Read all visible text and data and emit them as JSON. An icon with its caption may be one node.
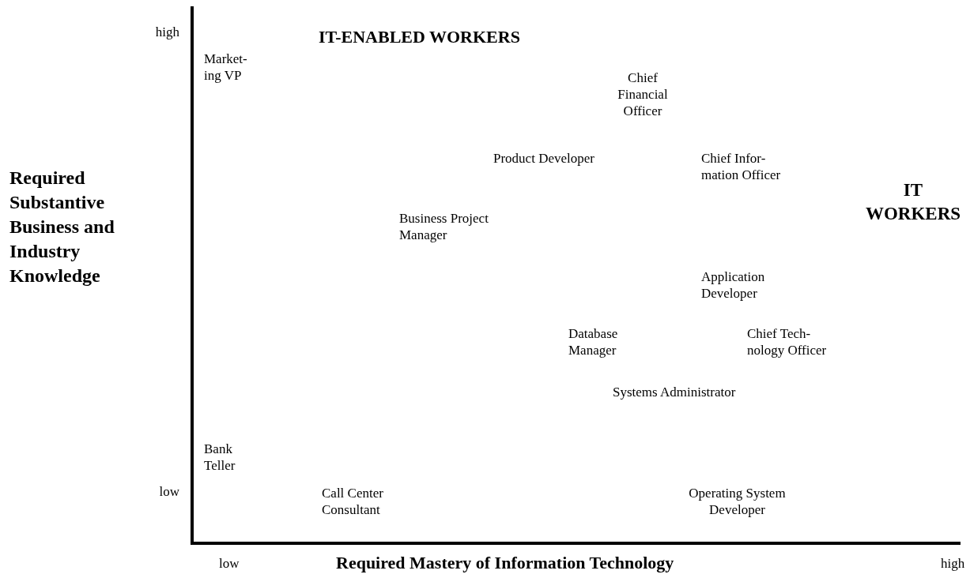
{
  "diagram": {
    "labels": [
      "high",
      "IT-ENABLED WORKERS",
      "Market- ing VP",
      "Chief Financial Officer",
      "Product Developer",
      "Chief Infor- mation Officer",
      "Required Substantive Business and Industry Knowledge",
      "IT WORKERS",
      "Business Project Manager",
      "Application Developer",
      "Database Manager",
      "Chief Tech- nology Officer",
      "Systems Administrator",
      "Bank Teller",
      "low",
      "Call Center Consultant",
      "Operating System Developer",
      "low",
      "Required Mastery of Information Technology",
      "high"
    ]
  }
}
